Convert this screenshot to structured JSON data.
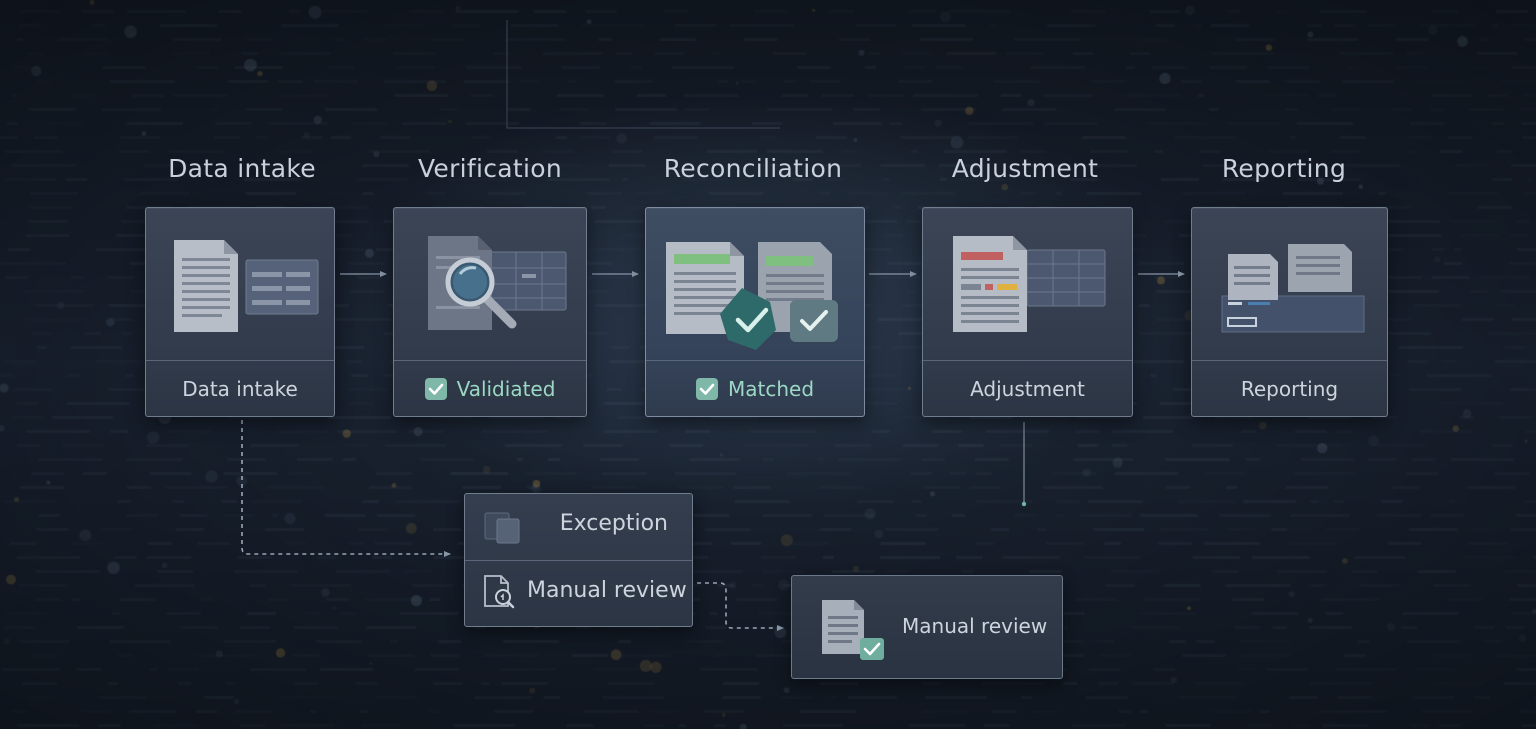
{
  "stages": [
    {
      "title": "Data intake",
      "footer": "Data intake",
      "status": "none"
    },
    {
      "title": "Verification",
      "footer": "Validiated",
      "status": "checked"
    },
    {
      "title": "Reconciliation",
      "footer": "Matched",
      "status": "checked"
    },
    {
      "title": "Adjustment",
      "footer": "Adjustment",
      "status": "none"
    },
    {
      "title": "Reporting",
      "footer": "Reporting",
      "status": "none"
    }
  ],
  "exception_box": {
    "title": "Exception",
    "subtitle": "Manual review"
  },
  "manual_review_box": {
    "label": "Manual review"
  },
  "colors": {
    "background": "#1b2431",
    "card": "#364052",
    "accent_teal": "#7fb8a8",
    "check_green": "#9cd8c4",
    "highlight_green": "#7fbf7f",
    "highlight_red": "#c06060",
    "highlight_yellow": "#e0b040",
    "text": "#cdd4de"
  }
}
